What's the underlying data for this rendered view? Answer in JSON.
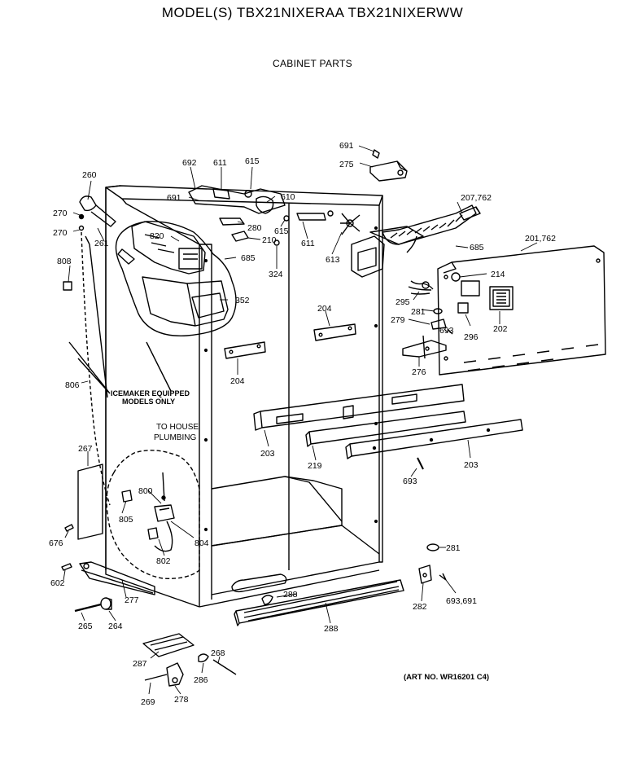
{
  "header": {
    "title": "MODEL(S) TBX21NIXERAA  TBX21NIXERWW",
    "subtitle": "CABINET PARTS"
  },
  "footer": {
    "art_no": "(ART NO. WR16201 C4)"
  },
  "notes": {
    "icemaker_line1": "ICEMAKER EQUIPPED",
    "icemaker_line2": "MODELS ONLY",
    "house_line1": "TO HOUSE",
    "house_line2": "PLUMBING"
  },
  "callouts": [
    {
      "id": "691a",
      "label": "691"
    },
    {
      "id": "275",
      "label": "275"
    },
    {
      "id": "692",
      "label": "692"
    },
    {
      "id": "611a",
      "label": "611"
    },
    {
      "id": "615a",
      "label": "615"
    },
    {
      "id": "260",
      "label": "260"
    },
    {
      "id": "691b",
      "label": "691"
    },
    {
      "id": "610",
      "label": "610"
    },
    {
      "id": "207762",
      "label": "207,762"
    },
    {
      "id": "270a",
      "label": "270"
    },
    {
      "id": "270b",
      "label": "270"
    },
    {
      "id": "261",
      "label": "261"
    },
    {
      "id": "820",
      "label": "820"
    },
    {
      "id": "280",
      "label": "280"
    },
    {
      "id": "615b",
      "label": "615"
    },
    {
      "id": "210",
      "label": "210"
    },
    {
      "id": "611b",
      "label": "611"
    },
    {
      "id": "685a",
      "label": "685"
    },
    {
      "id": "201762",
      "label": "201,762"
    },
    {
      "id": "808",
      "label": "808"
    },
    {
      "id": "685b",
      "label": "685"
    },
    {
      "id": "324",
      "label": "324"
    },
    {
      "id": "613",
      "label": "613"
    },
    {
      "id": "214",
      "label": "214"
    },
    {
      "id": "352",
      "label": "352"
    },
    {
      "id": "295",
      "label": "295"
    },
    {
      "id": "204a",
      "label": "204"
    },
    {
      "id": "281a",
      "label": "281"
    },
    {
      "id": "279",
      "label": "279"
    },
    {
      "id": "693a",
      "label": "693"
    },
    {
      "id": "296",
      "label": "296"
    },
    {
      "id": "202",
      "label": "202"
    },
    {
      "id": "276",
      "label": "276"
    },
    {
      "id": "204b",
      "label": "204"
    },
    {
      "id": "806",
      "label": "806"
    },
    {
      "id": "267",
      "label": "267"
    },
    {
      "id": "203a",
      "label": "203"
    },
    {
      "id": "219",
      "label": "219"
    },
    {
      "id": "203b",
      "label": "203"
    },
    {
      "id": "693b",
      "label": "693"
    },
    {
      "id": "800",
      "label": "800"
    },
    {
      "id": "805",
      "label": "805"
    },
    {
      "id": "804",
      "label": "804"
    },
    {
      "id": "676",
      "label": "676"
    },
    {
      "id": "802",
      "label": "802"
    },
    {
      "id": "281b",
      "label": "281"
    },
    {
      "id": "602",
      "label": "602"
    },
    {
      "id": "288a",
      "label": "288"
    },
    {
      "id": "277",
      "label": "277"
    },
    {
      "id": "693691",
      "label": "693,691"
    },
    {
      "id": "282",
      "label": "282"
    },
    {
      "id": "265",
      "label": "265"
    },
    {
      "id": "264",
      "label": "264"
    },
    {
      "id": "288b",
      "label": "288"
    },
    {
      "id": "268",
      "label": "268"
    },
    {
      "id": "287",
      "label": "287"
    },
    {
      "id": "286",
      "label": "286"
    },
    {
      "id": "269",
      "label": "269"
    },
    {
      "id": "278",
      "label": "278"
    }
  ]
}
